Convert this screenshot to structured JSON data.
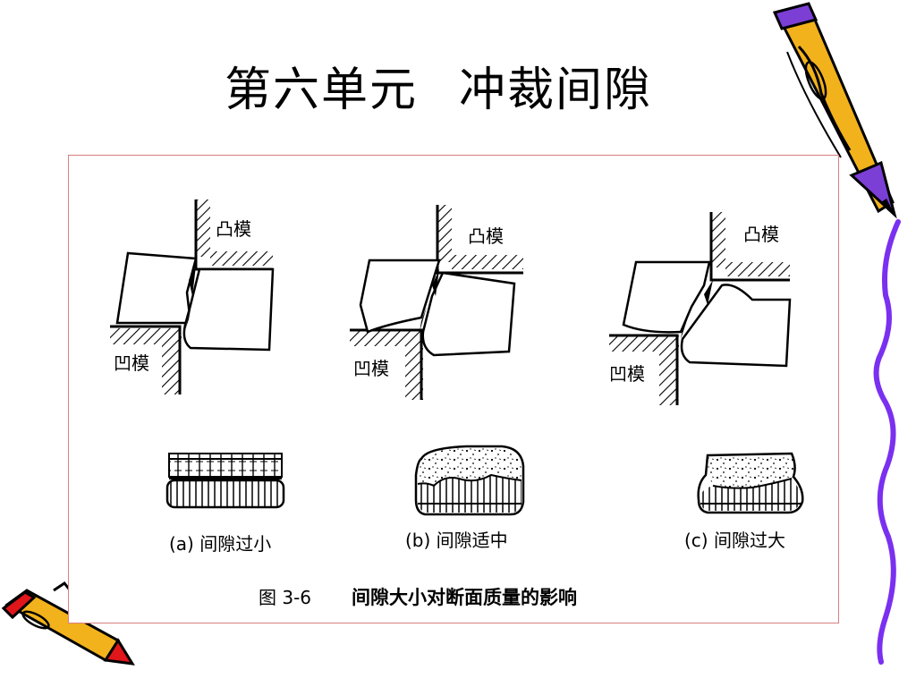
{
  "slide": {
    "title_part1": "第六单元",
    "title_part2": "冲裁间隙"
  },
  "figure": {
    "punch_label": "凸模",
    "die_label": "凹模",
    "panels": [
      {
        "caption": "(a) 间隙过小"
      },
      {
        "caption": "(b) 间隙适中"
      },
      {
        "caption": "(c) 间隙过大"
      }
    ],
    "fig_number": "图 3-6",
    "caption": "间隙大小对断面质量的影响"
  },
  "colors": {
    "frame_border": "#d98080",
    "pencil_body": "#f2b21c",
    "pencil_purple": "#7b3fd6",
    "pencil_red": "#e0161b",
    "squiggle": "#7a30f0"
  }
}
